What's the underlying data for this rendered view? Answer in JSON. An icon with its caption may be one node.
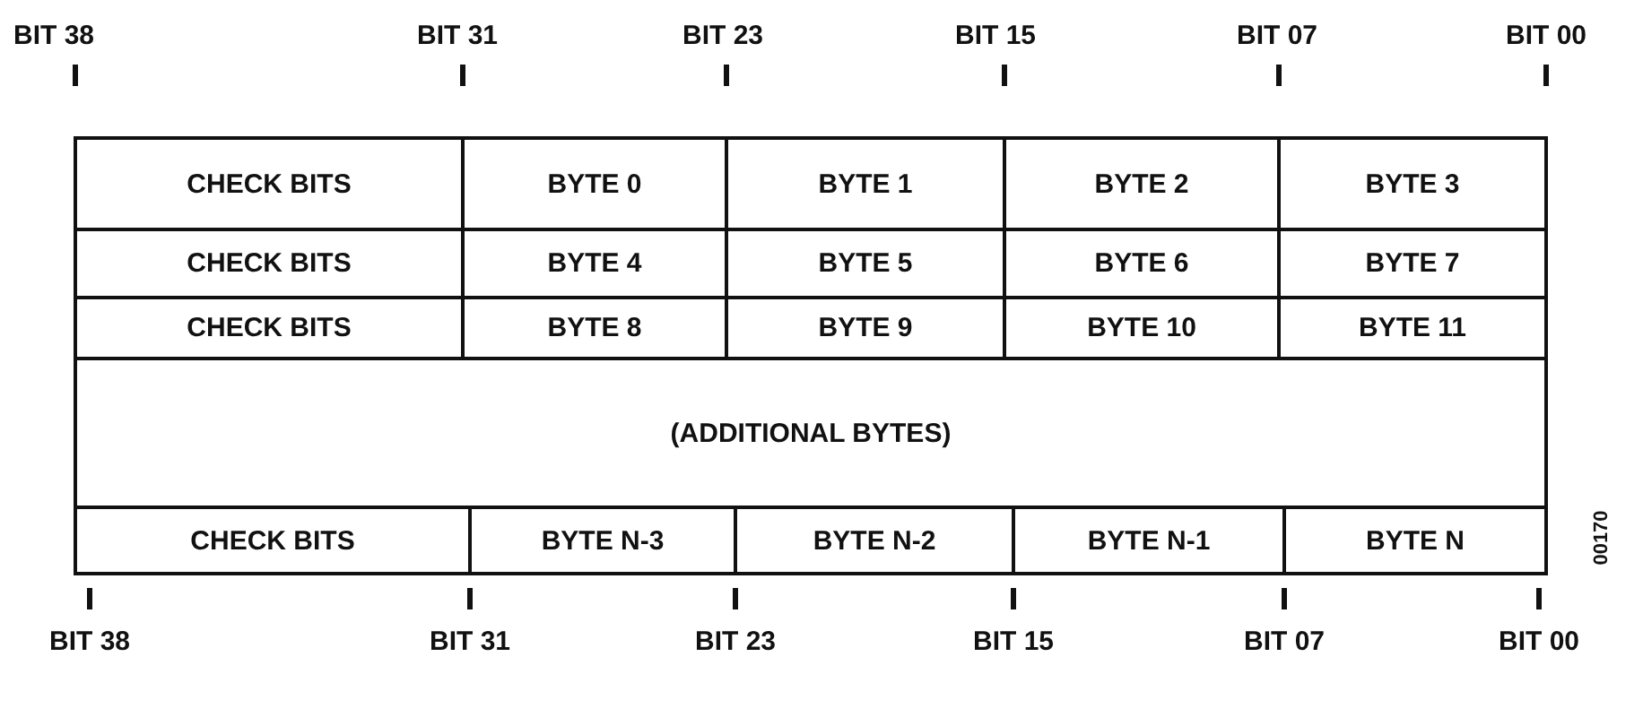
{
  "diagram": {
    "labels": [
      "BIT 38",
      "BIT 31",
      "BIT 23",
      "BIT 15",
      "BIT 07",
      "BIT 00",
      "CHECK BITS",
      "BYTE 0",
      "BYTE 1",
      "BYTE 2",
      "BYTE 3",
      "CHECK BITS",
      "BYTE 4",
      "BYTE 5",
      "BYTE 6",
      "BYTE 7",
      "CHECK BITS",
      "BYTE 8",
      "BYTE 9",
      "BYTE 10",
      "BYTE 11",
      "(ADDITIONAL BYTES)",
      "CHECK BITS",
      "BYTE N-3",
      "BYTE N-2",
      "BYTE N-1",
      "BYTE N",
      "BIT 38",
      "BIT 31",
      "BIT 23",
      "BIT 15",
      "BIT 07",
      "BIT 00",
      "00170"
    ]
  }
}
